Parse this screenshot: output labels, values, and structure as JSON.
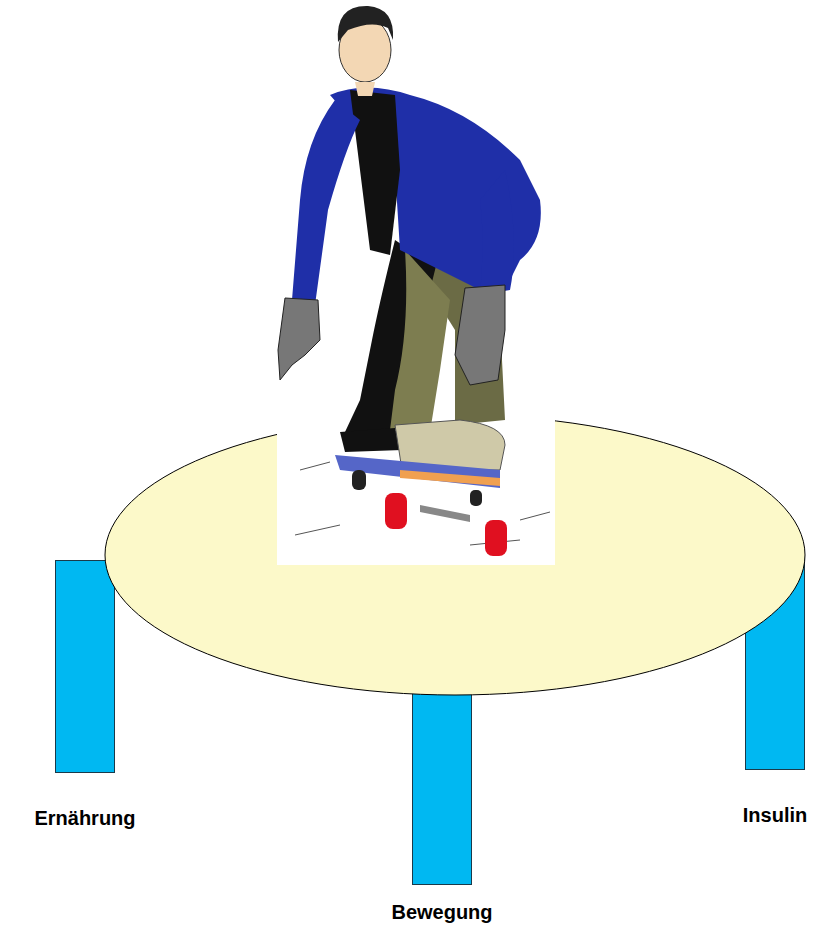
{
  "diagram": {
    "nodes": [
      {
        "text": [
          "Ernährung"
        ]
      },
      {
        "text": [
          "Bewegung"
        ]
      },
      {
        "text": [
          "Insulin"
        ]
      }
    ]
  }
}
